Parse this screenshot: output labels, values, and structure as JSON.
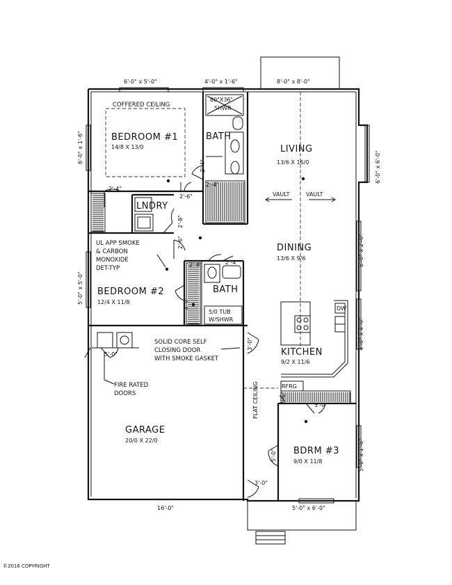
{
  "rooms": {
    "bedroom1": {
      "name": "BEDROOM #1",
      "size": "14/8 X 13/0",
      "note": "COFFERED CEILING"
    },
    "bath1": {
      "name": "BATH",
      "shower": "60\"X36\"",
      "shower_note": "SHWR"
    },
    "laundry": {
      "name": "LNDRY"
    },
    "living": {
      "name": "LIVING",
      "size": "13/6 X 16/0",
      "vault_left": "VAULT",
      "vault_right": "VAULT"
    },
    "dining": {
      "name": "DINING",
      "size": "13/6 X 9/6"
    },
    "bedroom2": {
      "name": "BEDROOM #2",
      "size": "12/4 X 11/8"
    },
    "bath2": {
      "name": "BATH",
      "tub": "5/0 TUB",
      "tub_note": "W/SHWR"
    },
    "kitchen": {
      "name": "KITCHEN",
      "size": "9/2 X 11/6",
      "dw": "DW",
      "rfrg": "RFRG"
    },
    "garage": {
      "name": "GARAGE",
      "size": "20/0 X 22/0"
    },
    "bedroom3": {
      "name": "BDRM #3",
      "size": "9/0 X 11/8"
    }
  },
  "notes": {
    "smoke": [
      "UL APP SMOKE",
      "& CARBON",
      "MONOXIDE",
      "DET-TYP"
    ],
    "door": [
      "SOLID CORE SELF",
      "CLOSING DOOR",
      "WITH SMOKE GASKET"
    ],
    "fire": [
      "FIRE RATED",
      "DOORS"
    ],
    "flat_ceiling": "FLAT CEILING"
  },
  "dims": {
    "win_bed1_top": "6'-0\" x 5'-0\"",
    "win_bath_top": "4'-0\" x 1'-6\"",
    "win_living_top": "8'-0\" x 8'-0\"",
    "win_bed1_left": "6'-0\" x 1'-6\"",
    "win_living_right": "6'-0\" x 6'-0\"",
    "win_bed2_left": "5'-0\" x 5'-0\"",
    "win_dining_right": "6'-0\" x 2'-0\"",
    "win_kitchen_right": "4'-0\" x 4'-0\"",
    "win_bdrm3_right": "5'-0\" x 1'-6\"",
    "win_bdrm3_bottom": "5'-0\" x 6'-0\"",
    "garage_width": "16'-0\"",
    "d_2_4_a": "2'-4\"",
    "d_2_6_a": "2'-6\"",
    "d_2_4_b": "2'-4\"",
    "d_2_4_bath": "2'-4\"",
    "d_2_8": "2'-8\"",
    "d_2_6_b": "2'-6\"",
    "d_2_6_c": "2'-6\"",
    "d_2_4_bath2": "2'-4\"",
    "d_3_0_bed2": "3'-0\"",
    "d_5_0_garage": "5'-0\"",
    "d_3_0_garage": "3'-0\"",
    "d_5_0_bdrm3": "5'-0\"",
    "d_5_0_bdrm3_closet": "5'-0\"",
    "d_3_0_entry": "3'-0\"",
    "d_2_6_bdrm3": "2'-6\""
  },
  "copyright": "©2016 COPYRIGHT"
}
